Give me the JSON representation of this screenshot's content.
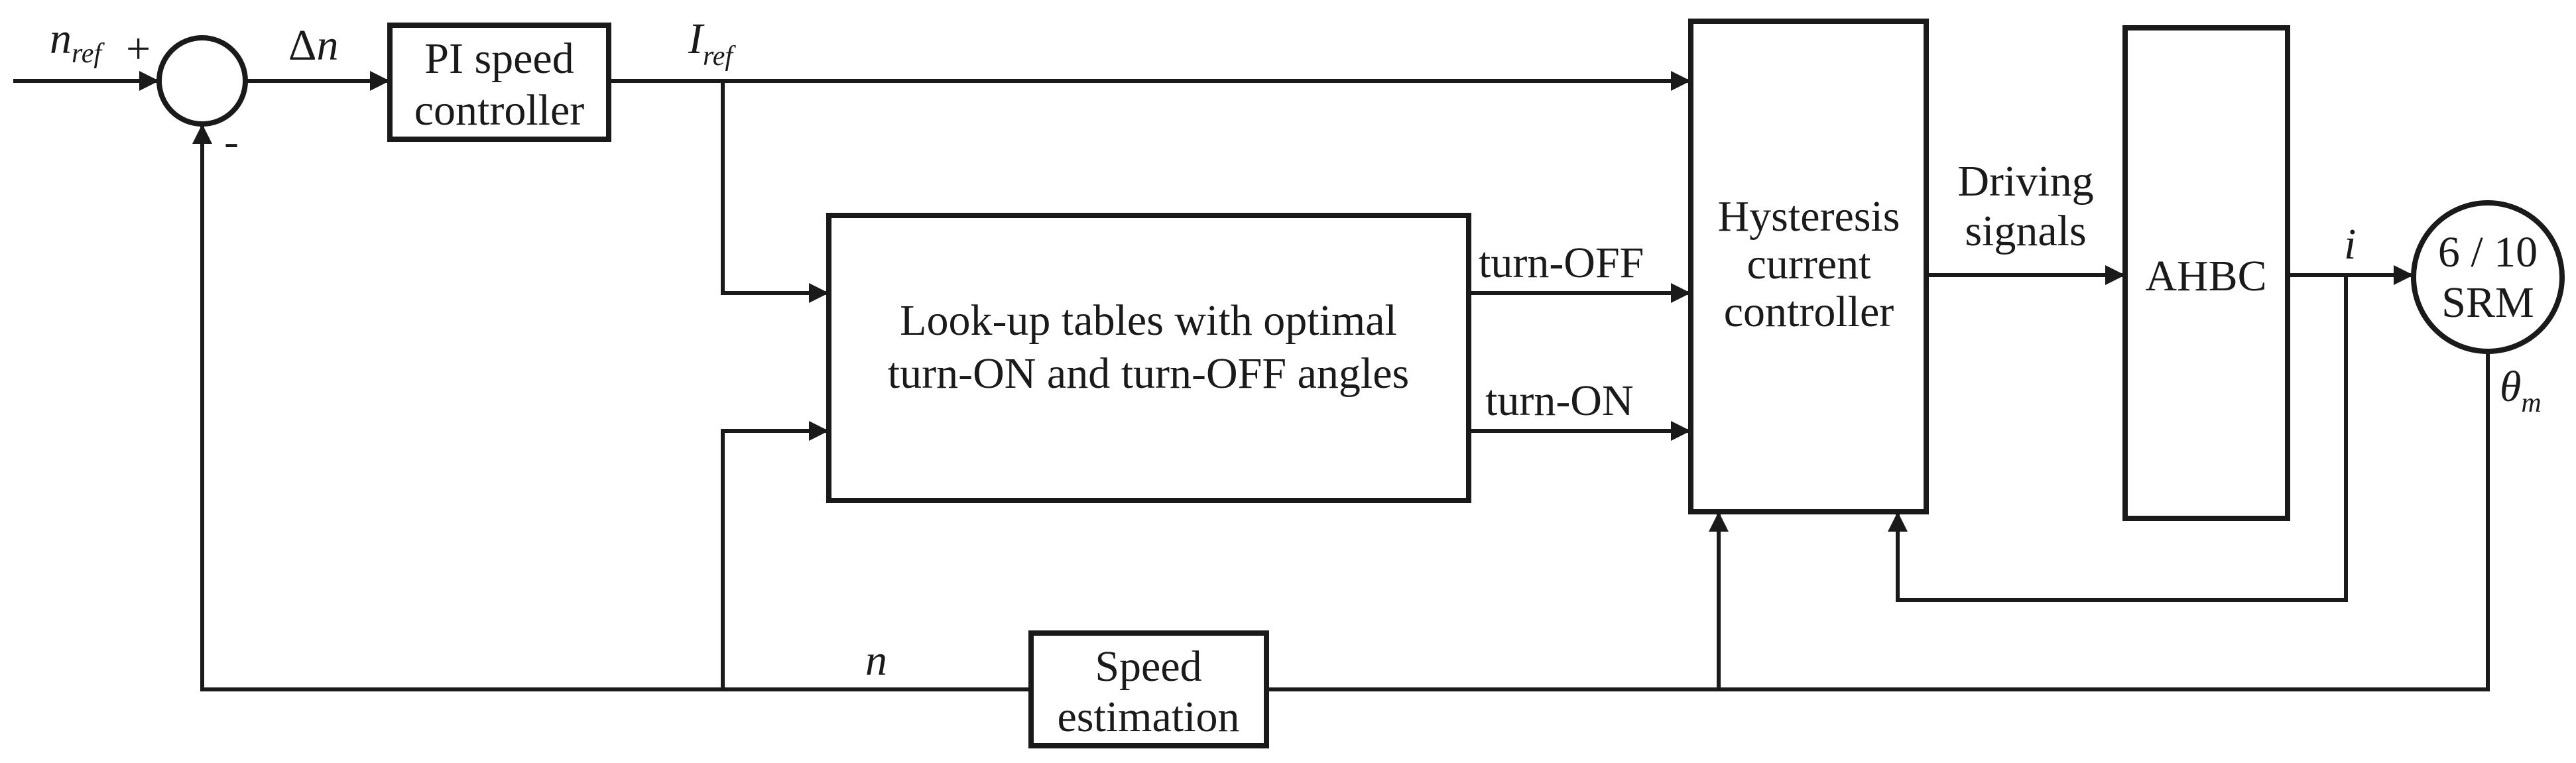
{
  "diagram": {
    "signals": {
      "n_ref": {
        "base": "n",
        "sub": "ref"
      },
      "plus": "+",
      "minus": "-",
      "delta_n": {
        "base": "Δ",
        "var": "n"
      },
      "i_ref": {
        "base": "I",
        "sub": "ref"
      },
      "turn_off": "turn-OFF",
      "turn_on": "turn-ON",
      "driving_signals": [
        "Driving",
        "signals"
      ],
      "current": "i",
      "theta_m": {
        "base": "θ",
        "sub": "m"
      },
      "speed": "n"
    },
    "blocks": {
      "pi_controller": [
        "PI speed",
        "controller"
      ],
      "lookup_tables": [
        "Look-up tables with optimal",
        "turn-ON and turn-OFF angles"
      ],
      "hysteresis": [
        "Hysteresis",
        "current",
        "controller"
      ],
      "ahbc": "AHBC",
      "srm": [
        "6 / 10",
        "SRM"
      ],
      "speed_estimation": [
        "Speed",
        "estimation"
      ]
    }
  }
}
